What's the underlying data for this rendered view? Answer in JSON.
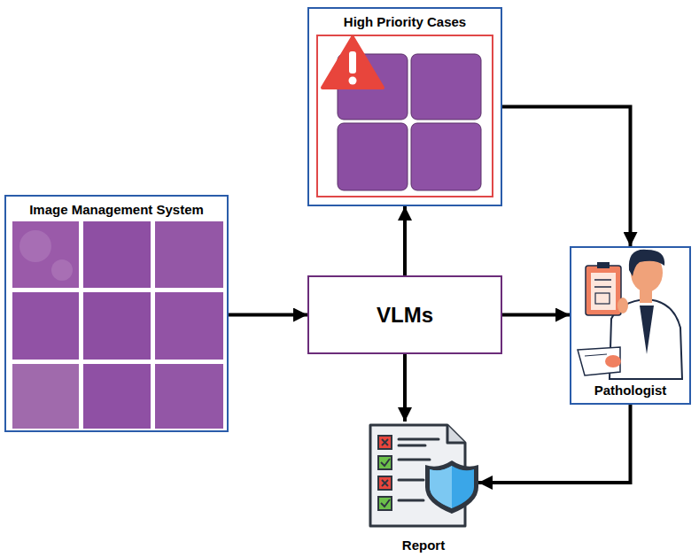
{
  "diagram": {
    "nodes": [
      {
        "text": [
          "High Priority Cases"
        ]
      },
      {
        "text": [
          "Image Management System"
        ]
      },
      {
        "text": [
          "VLMs"
        ]
      },
      {
        "text": [
          "Pathologist"
        ]
      },
      {
        "text": [
          "Report"
        ]
      }
    ],
    "edges": [
      {
        "from": 1,
        "to": 2,
        "arrow": "to"
      },
      {
        "from": 2,
        "to": 0,
        "arrow": "to"
      },
      {
        "from": 2,
        "to": 3,
        "arrow": "to"
      },
      {
        "from": 2,
        "to": 4,
        "arrow": "to"
      },
      {
        "from": 0,
        "to": 3,
        "arrow": "to"
      },
      {
        "from": 3,
        "to": 4,
        "arrow": "to"
      }
    ]
  }
}
